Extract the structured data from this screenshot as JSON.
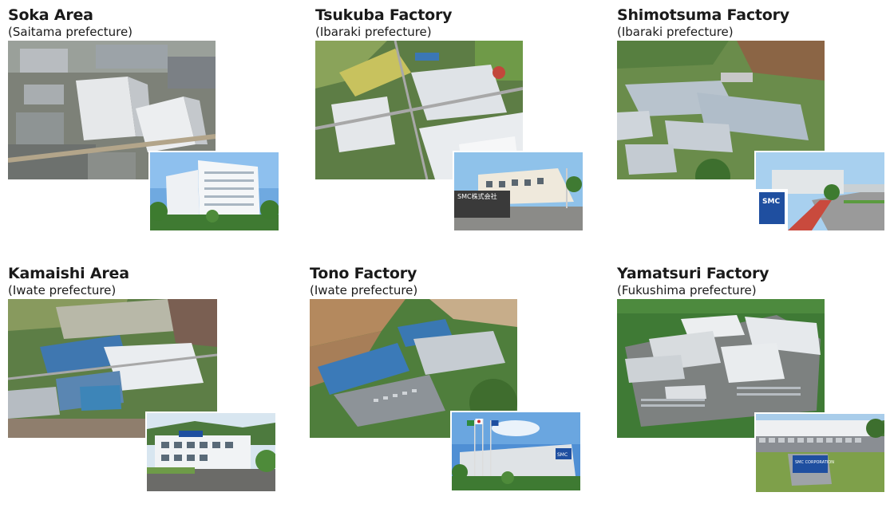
{
  "sites": [
    {
      "name": "Soka Area",
      "prefecture": "(Saitama prefecture)"
    },
    {
      "name": "Tsukuba Factory",
      "prefecture": "(Ibaraki prefecture)"
    },
    {
      "name": "Shimotsuma Factory",
      "prefecture": "(Ibaraki prefecture)"
    },
    {
      "name": "Kamaishi Area",
      "prefecture": "(Iwate prefecture)"
    },
    {
      "name": "Tono Factory",
      "prefecture": "(Iwate prefecture)"
    },
    {
      "name": "Yamatsuri Factory",
      "prefecture": "(Fukushima prefecture)"
    }
  ],
  "signage": {
    "tsukuba": "SMC株式会社",
    "shimotsuma": "SMC",
    "tono": "SMC",
    "yamatsuri": "SMC CORPORATION"
  },
  "colors": {
    "sky": "#9ec9ea",
    "grass": "#4f8a3a",
    "roof_blue": "#3b77b5",
    "roof_gray": "#c9ced3",
    "road": "#8a8a8a",
    "smc_blue": "#1f4fa0"
  }
}
